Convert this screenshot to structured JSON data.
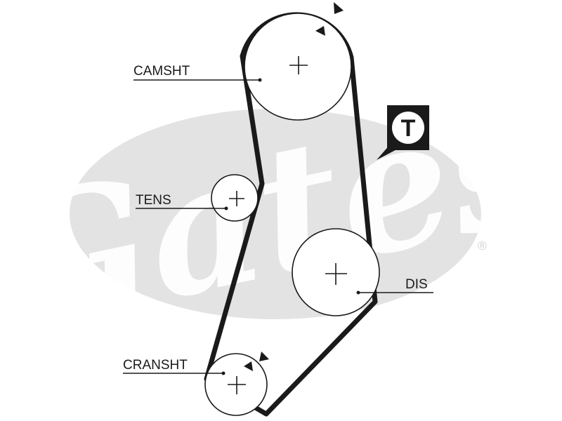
{
  "diagram": {
    "labels": {
      "camshaft": "CAMSHT",
      "tensioner": "TENS",
      "distributor": "DIS",
      "crankshaft": "CRANSHT"
    },
    "badge": "T",
    "watermark": {
      "brand": "Gates",
      "registered_mark": "®"
    },
    "colors": {
      "line": "#1a1a1a",
      "watermark": "#e3e3e3",
      "background": "#ffffff"
    }
  }
}
